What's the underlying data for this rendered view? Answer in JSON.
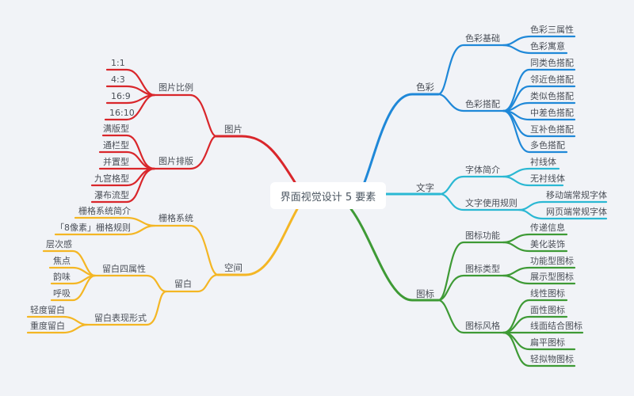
{
  "root": {
    "label": "界面视觉设计 5 要素"
  },
  "colors": {
    "background": "#f1f3f7",
    "picture": "#d9262b",
    "space": "#f4b624",
    "color": "#1f88d8",
    "text": "#2bb8d3",
    "icon": "#3e9a35"
  },
  "branches": {
    "picture": {
      "label": "图片",
      "children": [
        {
          "label": "图片比例",
          "leaves": [
            "1:1",
            "4:3",
            "16:9",
            "16:10"
          ]
        },
        {
          "label": "图片排版",
          "leaves": [
            "满版型",
            "通栏型",
            "并置型",
            "九宫格型",
            "瀑布流型"
          ]
        }
      ]
    },
    "space": {
      "label": "空间",
      "children": [
        {
          "label": "栅格系统",
          "leaves": [
            "栅格系统简介",
            "「8像素」栅格规则"
          ]
        },
        {
          "label": "留白",
          "children": [
            {
              "label": "留白四属性",
              "leaves": [
                "层次感",
                "焦点",
                "韵味",
                "呼吸"
              ]
            },
            {
              "label": "留白表现形式",
              "leaves": [
                "轻度留白",
                "重度留白"
              ]
            }
          ]
        }
      ]
    },
    "color": {
      "label": "色彩",
      "children": [
        {
          "label": "色彩基础",
          "leaves": [
            "色彩三属性",
            "色彩寓意"
          ]
        },
        {
          "label": "色彩搭配",
          "leaves": [
            "同类色搭配",
            "邻近色搭配",
            "类似色搭配",
            "中差色搭配",
            "互补色搭配",
            "多色搭配"
          ]
        }
      ]
    },
    "text": {
      "label": "文字",
      "children": [
        {
          "label": "字体简介",
          "leaves": [
            "衬线体",
            "无衬线体"
          ]
        },
        {
          "label": "文字使用规则",
          "leaves": [
            "移动端常规字体",
            "网页端常规字体"
          ]
        }
      ]
    },
    "icon": {
      "label": "图标",
      "children": [
        {
          "label": "图标功能",
          "leaves": [
            "传递信息",
            "美化装饰"
          ]
        },
        {
          "label": "图标类型",
          "leaves": [
            "功能型图标",
            "展示型图标"
          ]
        },
        {
          "label": "图标风格",
          "leaves": [
            "线性图标",
            "面性图标",
            "线面结合图标",
            "扁平图标",
            "轻拟物图标"
          ]
        }
      ]
    }
  }
}
